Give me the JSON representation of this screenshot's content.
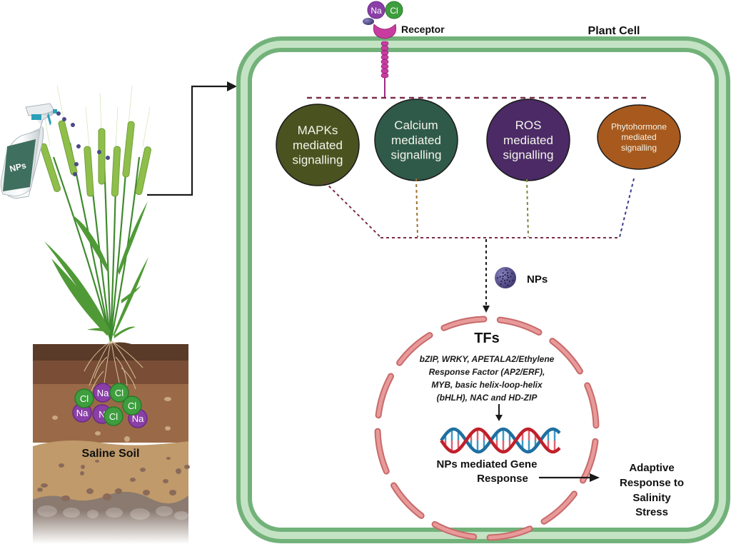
{
  "title": "Nanoparticle-mediated plant response to salinity stress",
  "plant_side": {
    "spray_bottle_label": "NPs",
    "soil_label": "Saline Soil",
    "ions": [
      {
        "symbol": "Cl",
        "type": "chloride"
      },
      {
        "symbol": "Na",
        "type": "sodium"
      },
      {
        "symbol": "Cl",
        "type": "chloride"
      },
      {
        "symbol": "Na",
        "type": "sodium"
      },
      {
        "symbol": "N",
        "type": "sodium"
      },
      {
        "symbol": "Cl",
        "type": "chloride"
      },
      {
        "symbol": "Cl",
        "type": "chloride"
      },
      {
        "symbol": "Na",
        "type": "sodium"
      }
    ]
  },
  "cell": {
    "title": "Plant Cell",
    "receptor_label": "Receptor",
    "receptor_ions": [
      "Na",
      "Cl"
    ],
    "pathways": [
      {
        "lines": [
          "MAPKs",
          "mediated",
          "signalling"
        ],
        "color": "#4a5220"
      },
      {
        "lines": [
          "Calcium",
          "mediated",
          "signalling"
        ],
        "color": "#2f5a4a"
      },
      {
        "lines": [
          "ROS",
          "mediated",
          "signalling"
        ],
        "color": "#4b2a66"
      },
      {
        "lines": [
          "Phytohormone",
          "mediated",
          "signalling"
        ],
        "color": "#a85a1e"
      }
    ],
    "np_label": "NPs",
    "nucleus": {
      "title": "TFs",
      "tf_lines": [
        "bZIP, WRKY, APETALA2/Ethylene",
        "Response Factor (AP2/ERF),",
        "MYB, basic  helix-loop-helix",
        "(bHLH), NAC and HD-ZIP"
      ],
      "gene_response": [
        "NPs mediated Gene",
        "Response"
      ]
    },
    "outcome": [
      "Adaptive",
      "Response to",
      "Salinity",
      "Stress"
    ]
  },
  "colors": {
    "cell_wall_dark": "#72b27a",
    "cell_wall_light": "#c4e3c4",
    "nucleus_membrane": "#e89a9a",
    "nucleus_edge": "#c86a6a",
    "sodium": "#8a3fa6",
    "chloride": "#3e9e3e",
    "np_particle": "#5a5490",
    "dna_red": "#c0202a",
    "dna_blue": "#1f6fa0",
    "dashed_connector": "#7a2e4a"
  }
}
